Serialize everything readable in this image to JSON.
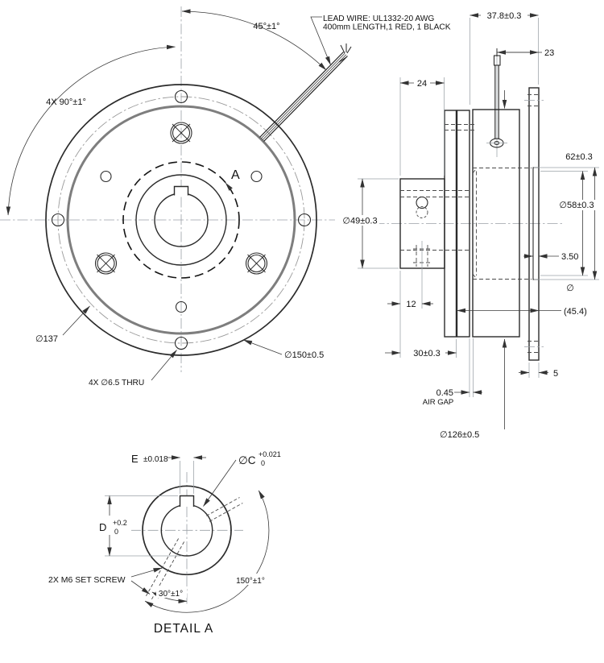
{
  "drawing": {
    "front_view": {
      "angle_45": "45°±1°",
      "angle_90": "4X 90°±1°",
      "lead_wire_line1": "LEAD WIRE: UL1332-20 AWG",
      "lead_wire_line2": "400mm LENGTH,1 RED, 1 BLACK",
      "detail_callout": "A",
      "bolt_circle_dia": "∅137",
      "outer_dia": "∅150±0.5",
      "thru_holes": "4X ∅6.5 THRU"
    },
    "side_view": {
      "overall_width": "37.8±0.3",
      "wire_offset": "23",
      "hub_width": "24",
      "recess_od": "62±0.3",
      "recess_dia": "∅58±0.3",
      "hub_dia": "∅49±0.3",
      "recess_depth": "3.50",
      "dia_symbol": "∅",
      "ref_length": "(45.4)",
      "setscrew_offset": "12",
      "hub_length": "30±0.3",
      "flange_thickness": "5",
      "air_gap_value": "0.45",
      "air_gap_label": "AIR GAP",
      "rotor_dia": "∅126±0.5"
    },
    "detail_view": {
      "key_width_letter": "E",
      "key_width_tol": "±0.018",
      "bore_letter": "∅C",
      "bore_tol_upper": "+0.021",
      "bore_tol_lower": "0",
      "key_depth_letter": "D",
      "key_depth_tol_upper": "+0.2",
      "key_depth_tol_lower": "0",
      "set_screw_note": "2X M6 SET SCREW",
      "screw_angle": "30°±1°",
      "screw_span_angle": "150°±1°",
      "title": "DETAIL A"
    }
  }
}
